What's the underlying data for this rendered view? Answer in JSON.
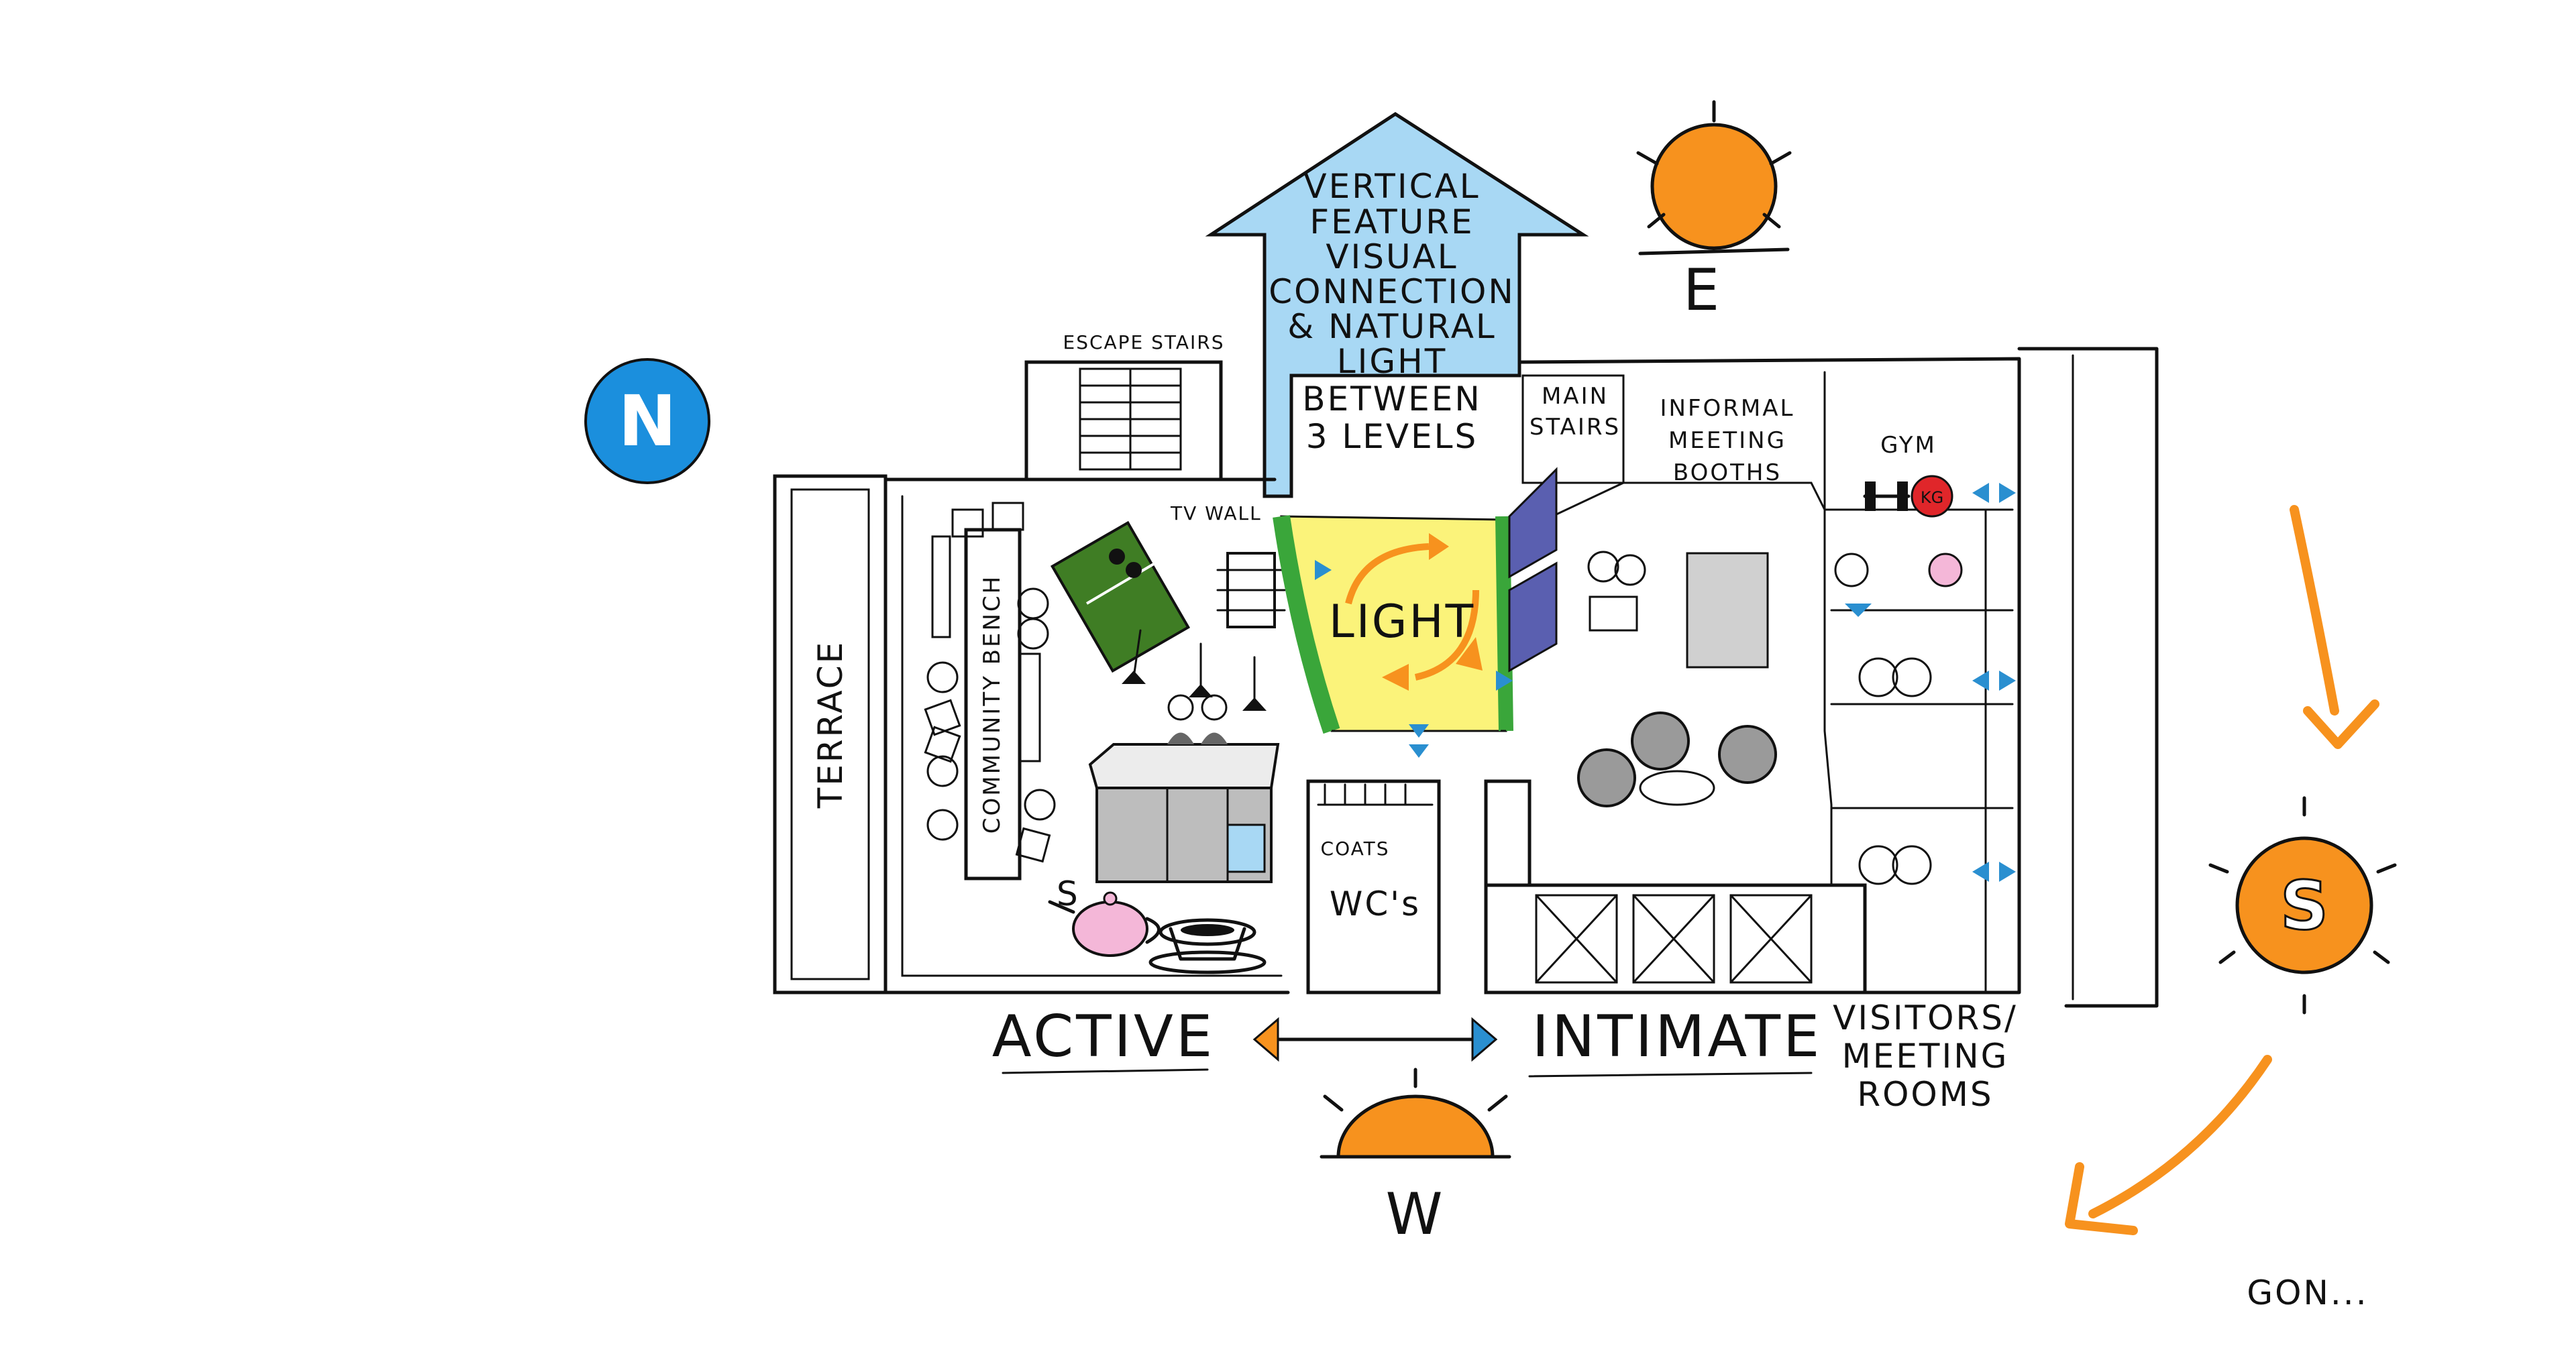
{
  "arrow_title": [
    "VERTICAL",
    "FEATURE",
    "VISUAL",
    "CONNECTION",
    "& NATURAL",
    "LIGHT",
    "BETWEEN",
    "3 LEVELS"
  ],
  "compass": {
    "north": "N",
    "east": "E",
    "south": "S",
    "west": "W"
  },
  "rooms": {
    "escape_stairs": "ESCAPE STAIRS",
    "main_stairs": [
      "MAIN",
      "STAIRS"
    ],
    "informal_booths": [
      "INFORMAL",
      "MEETING",
      "BOOTHS"
    ],
    "gym": "GYM",
    "kettlebell": "KG",
    "tv_wall": "TV WALL",
    "light": "LIGHT",
    "terrace": "TERRACE",
    "community_bench": "COMMUNITY BENCH",
    "coats": "COATS",
    "wcs": "WC's",
    "tea_s": "S"
  },
  "labels": {
    "active": "ACTIVE",
    "intimate": "INTIMATE",
    "visitors": [
      "VISITORS/",
      "MEETING",
      "ROOMS"
    ],
    "signature": "GON..."
  },
  "colors": {
    "blue_arrow": "#a8d8f4",
    "light_yellow": "#fbf37a",
    "sun_orange": "#f7921e",
    "north_blue": "#1b8fdd",
    "hedge_green": "#3aa63a",
    "pingpong_green": "#3f7d24",
    "purple_panel": "#5a5fb0",
    "gym_red": "#e0262a",
    "teapot_pink": "#f4b7d8",
    "kitchen_grey": "#bdbdbd"
  }
}
